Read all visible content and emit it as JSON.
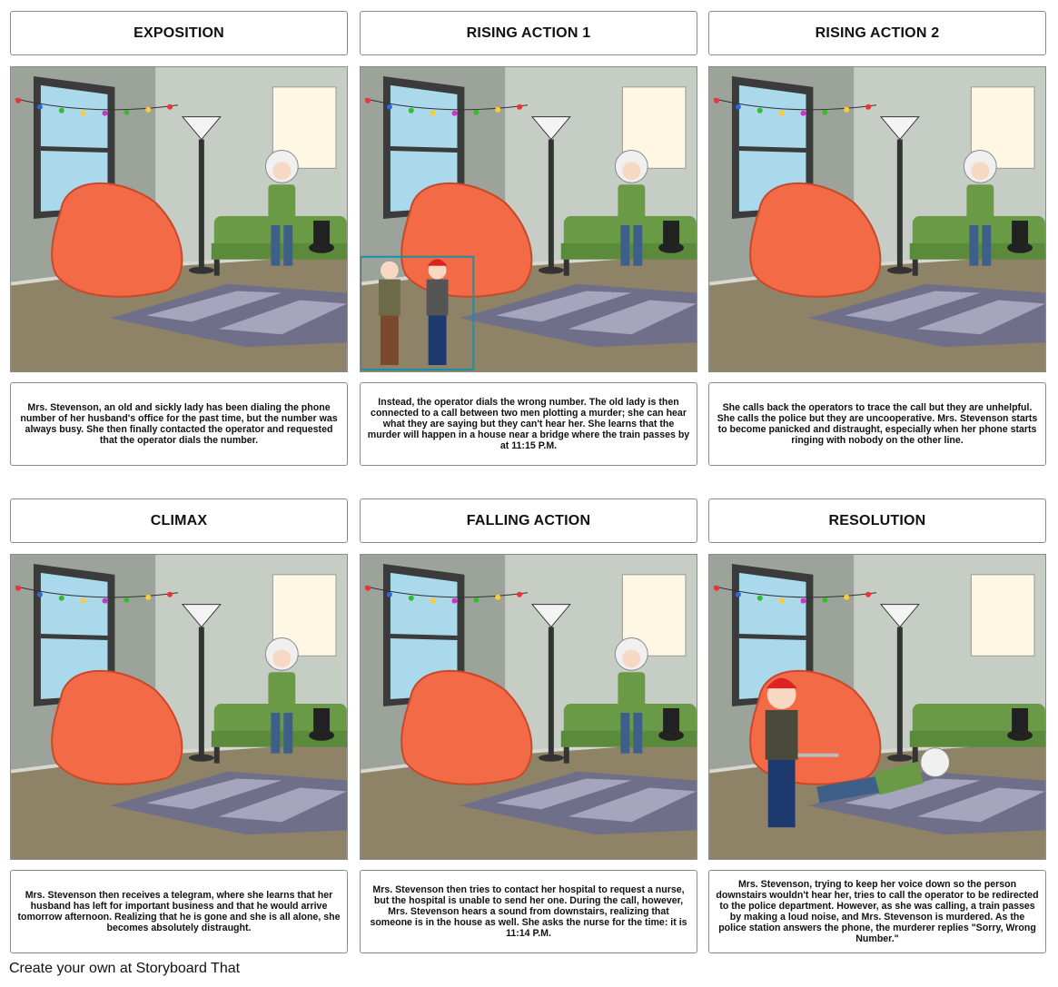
{
  "panels": [
    {
      "title": "EXPOSITION",
      "caption": "Mrs. Stevenson, an old and sickly lady has been dialing the phone number of her husband's office for the past time, but the number was always busy. She then finally contacted the operator and requested that the operator dials the number."
    },
    {
      "title": "RISING ACTION 1",
      "caption": "Instead, the operator dials the wrong number. The old lady is then connected to a call between two men plotting a murder; she can hear what they are saying but they can't hear her. She learns that the murder will happen in a house near a bridge where the train passes by at 11:15 P.M."
    },
    {
      "title": "RISING ACTION 2",
      "caption": "She calls back the operators to trace the call but they are unhelpful. She calls the police but they are uncooperative. Mrs. Stevenson starts to become panicked and distraught, especially when her phone starts ringing with nobody on the other line."
    },
    {
      "title": "CLIMAX",
      "caption": "Mrs. Stevenson then receives a telegram, where she learns that her husband has left for important business and that he would arrive tomorrow afternoon. Realizing that he is gone and she is all alone, she becomes absolutely distraught."
    },
    {
      "title": "FALLING ACTION",
      "caption": "Mrs. Stevenson then tries to contact her hospital to request a nurse, but the hospital is unable to send her one. During the call, however, Mrs. Stevenson hears a sound from downstairs, realizing that someone is in the house as well. She asks the nurse for the time: it is 11:14 P.M."
    },
    {
      "title": "RESOLUTION",
      "caption": "Mrs. Stevenson, trying to keep her voice down so the person downstairs wouldn't hear her, tries to call the operator to be redirected to the police department. However, as she was calling, a train passes by making a loud noise, and Mrs. Stevenson is murdered. As the police station answers the phone, the murderer replies \"Sorry, Wrong Number.\""
    }
  ],
  "footer": "Create your own at Storyboard That",
  "colors": {
    "wall_dark": "#9ba39b",
    "wall_light": "#c5cdc4",
    "floor": "#8e8366",
    "beanbag": "#f26a46",
    "couch": "#6a9a45",
    "highlight_box": "#1a8fa8"
  }
}
